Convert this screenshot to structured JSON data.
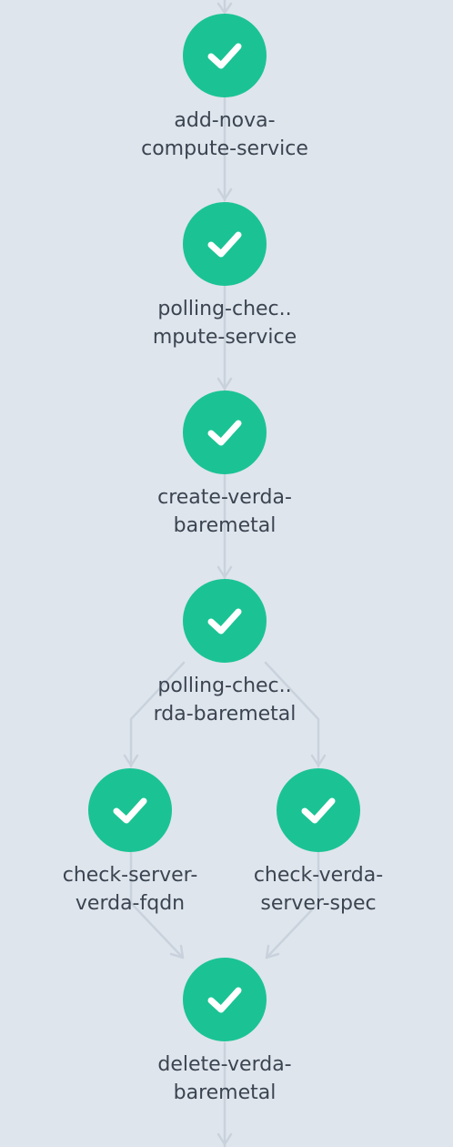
{
  "colors": {
    "background": "#dfe5ec",
    "edge": "#c9d2dc",
    "node_success": "#1bc394",
    "check": "#ffffff",
    "label": "#3b4451"
  },
  "nodes": [
    {
      "id": "add-nova-compute-service",
      "status": "success",
      "icon": "check-icon",
      "label_lines": [
        "add-nova-",
        "compute-service"
      ]
    },
    {
      "id": "polling-check-compute-service",
      "status": "success",
      "icon": "check-icon",
      "label_lines": [
        "polling-chec..",
        "mpute-service"
      ]
    },
    {
      "id": "create-verda-baremetal",
      "status": "success",
      "icon": "check-icon",
      "label_lines": [
        "create-verda-",
        "baremetal"
      ]
    },
    {
      "id": "polling-check-verda-baremetal",
      "status": "success",
      "icon": "check-icon",
      "label_lines": [
        "polling-chec..",
        "rda-baremetal"
      ]
    },
    {
      "id": "check-server-verda-fqdn",
      "status": "success",
      "icon": "check-icon",
      "label_lines": [
        "check-server-",
        "verda-fqdn"
      ]
    },
    {
      "id": "check-verda-server-spec",
      "status": "success",
      "icon": "check-icon",
      "label_lines": [
        "check-verda-",
        "server-spec"
      ]
    },
    {
      "id": "delete-verda-baremetal",
      "status": "success",
      "icon": "check-icon",
      "label_lines": [
        "delete-verda-",
        "baremetal"
      ]
    }
  ],
  "edges": [
    [
      "add-nova-compute-service",
      "polling-check-compute-service"
    ],
    [
      "polling-check-compute-service",
      "create-verda-baremetal"
    ],
    [
      "create-verda-baremetal",
      "polling-check-verda-baremetal"
    ],
    [
      "polling-check-verda-baremetal",
      "check-server-verda-fqdn"
    ],
    [
      "polling-check-verda-baremetal",
      "check-verda-server-spec"
    ],
    [
      "check-server-verda-fqdn",
      "delete-verda-baremetal"
    ],
    [
      "check-verda-server-spec",
      "delete-verda-baremetal"
    ]
  ]
}
